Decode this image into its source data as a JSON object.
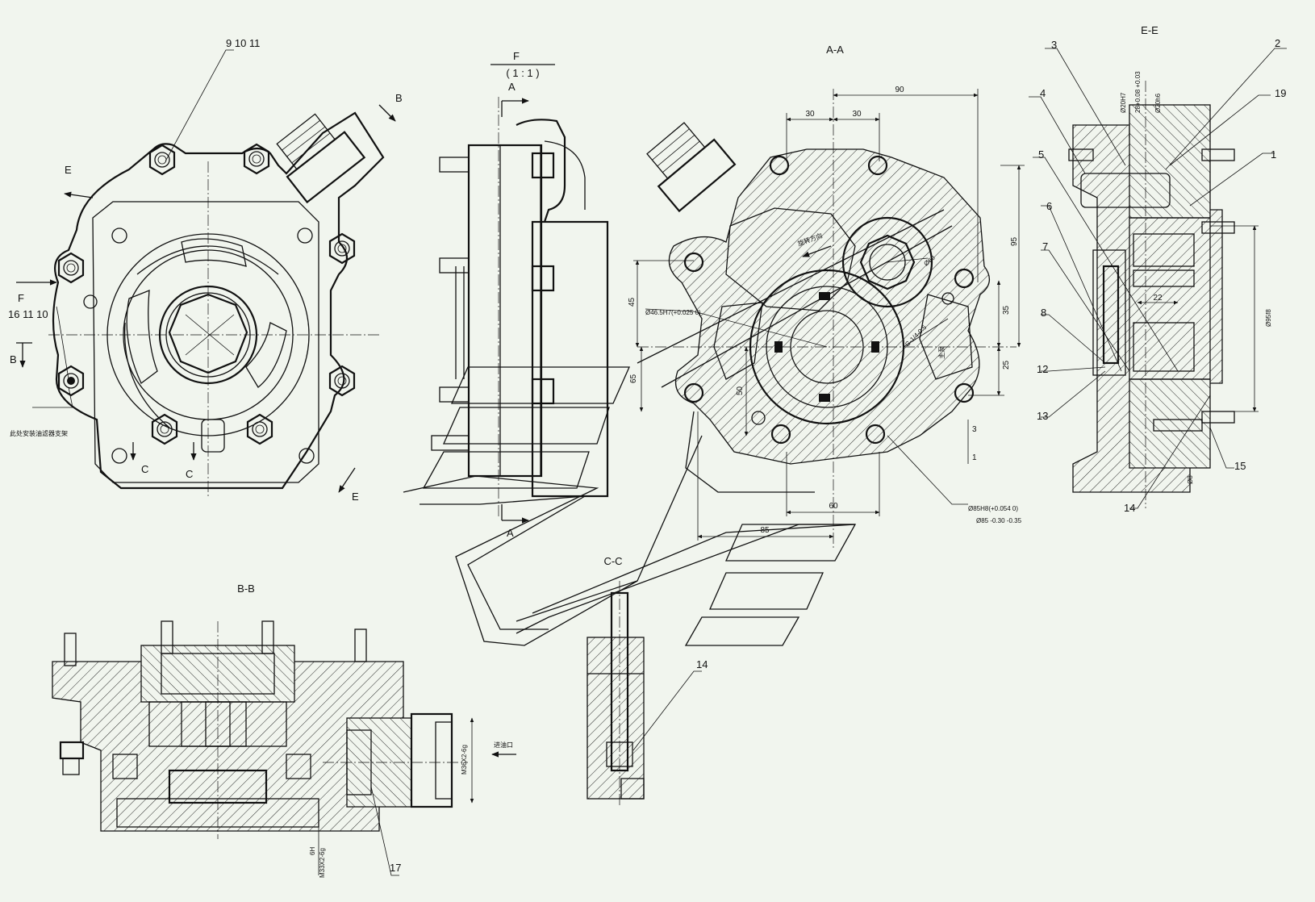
{
  "views": {
    "f_title": "F",
    "f_scale": "( 1 : 1 )",
    "aa": "A-A",
    "ee": "E-E",
    "bb": "B-B",
    "cc": "C-C"
  },
  "section_marks": {
    "A": "A",
    "B": "B",
    "C": "C",
    "E": "E",
    "F": "F"
  },
  "part_numbers": {
    "p1": "1",
    "p2": "2",
    "p3": "3",
    "p4": "4",
    "p5": "5",
    "p6": "6",
    "p7": "7",
    "p8": "8",
    "p12": "12",
    "p13": "13",
    "p14": "14",
    "p14b": "14",
    "p15": "15",
    "p17": "17",
    "p19": "19",
    "group_9_10_11": "9  10  11",
    "group_16_11_10": "16  11  10"
  },
  "dimensions": {
    "d90": "90",
    "d30a": "30",
    "d30b": "30",
    "d95": "95",
    "d45": "45",
    "d35": "35",
    "d25": "25",
    "d65": "65",
    "d50": "50",
    "d60": "60",
    "d85": "85",
    "d3": "3",
    "d1": "1",
    "d22": "22",
    "bore_465": "Ø46.5H7(+0.025 0)",
    "bore_60": "Ø60",
    "bore_85h8": "Ø85H8(+0.054 0)",
    "bore_85": "Ø85 -0.30 -0.35",
    "shaft_20h7": "Ø20H7",
    "shaft_28": "28+0.08 +0.03",
    "shaft_20h6": "Ø20h6",
    "dia_95": "Ø95f8",
    "dia_8": "Ø8",
    "thread_m36": "M36X2-6g",
    "thread_m33": "M33X2-6g",
    "thread_6h": "6H",
    "gear_ratio": "G-1/4-0.5"
  },
  "notes": {
    "rotation": "旋转方向",
    "filter_note": "此处安装油滤器支架",
    "inlet": "进油口",
    "main": "主泵"
  }
}
